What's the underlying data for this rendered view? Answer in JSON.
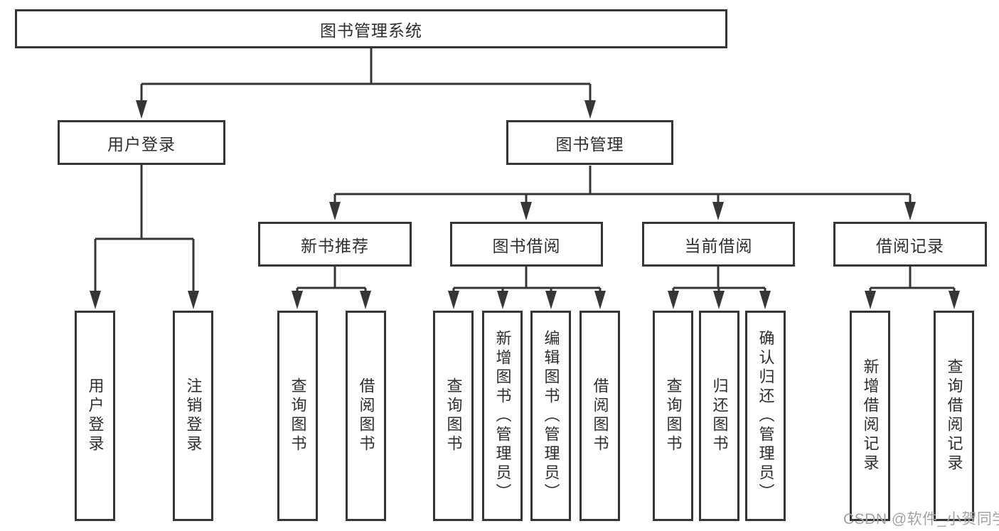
{
  "diagram": {
    "root": "图书管理系统",
    "level2": {
      "user_login": "用户登录",
      "book_management": "图书管理"
    },
    "level3": {
      "new_book_recommend": "新书推荐",
      "book_borrowing": "图书借阅",
      "current_borrowing": "当前借阅",
      "borrowing_records": "借阅记录"
    },
    "leaves": {
      "user_login": {
        "login": "用户登录",
        "logout": "注销登录"
      },
      "new_book_recommend": {
        "query_books": "查询图书",
        "borrow_books": "借阅图书"
      },
      "book_borrowing": {
        "query_books": "查询图书",
        "add_books_admin": "新增图书（管理员）",
        "edit_books_admin": "编辑图书（管理员）",
        "borrow_books": "借阅图书"
      },
      "current_borrowing": {
        "query_books": "查询图书",
        "return_books": "归还图书",
        "confirm_return_admin": "确认归还（管理员）"
      },
      "borrowing_records": {
        "add_borrow_record": "新增借阅记录",
        "query_borrow_record": "查询借阅记录"
      }
    }
  },
  "watermark": "CSDN @软件_小贺同学",
  "colors": {
    "line": "#363636",
    "text": "#2e2e2e",
    "watermark_text": "#a2a2a2",
    "background": "#ffffff"
  }
}
